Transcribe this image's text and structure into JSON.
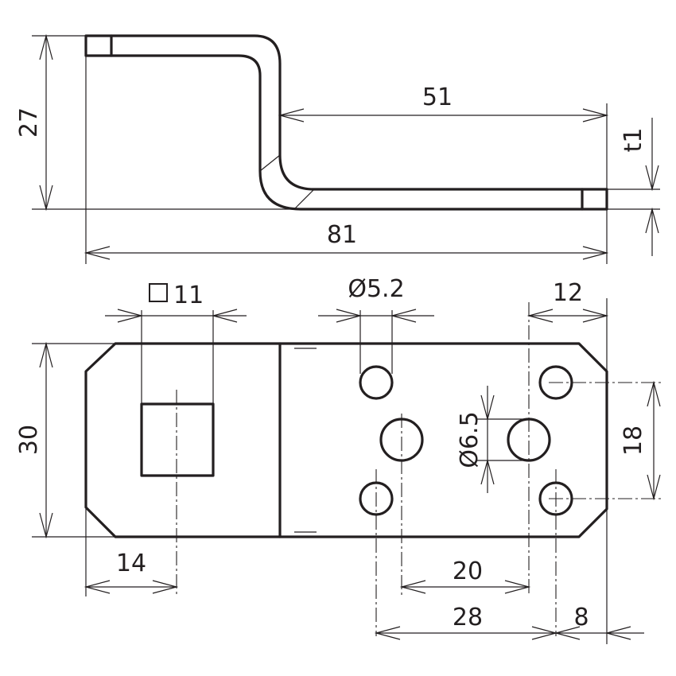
{
  "dimensions": {
    "height_side": "27",
    "upper_length": "51",
    "thickness": "t1",
    "overall_length": "81",
    "square_hole": "11",
    "small_hole_dia": "Ø5.2",
    "right_edge_offset": "12",
    "width": "30",
    "large_hole_dia": "Ø6.5",
    "hole_pitch_vertical": "18",
    "left_offset": "14",
    "hole_spacing_20": "20",
    "hole_spacing_28": "28",
    "end_offset": "8"
  }
}
